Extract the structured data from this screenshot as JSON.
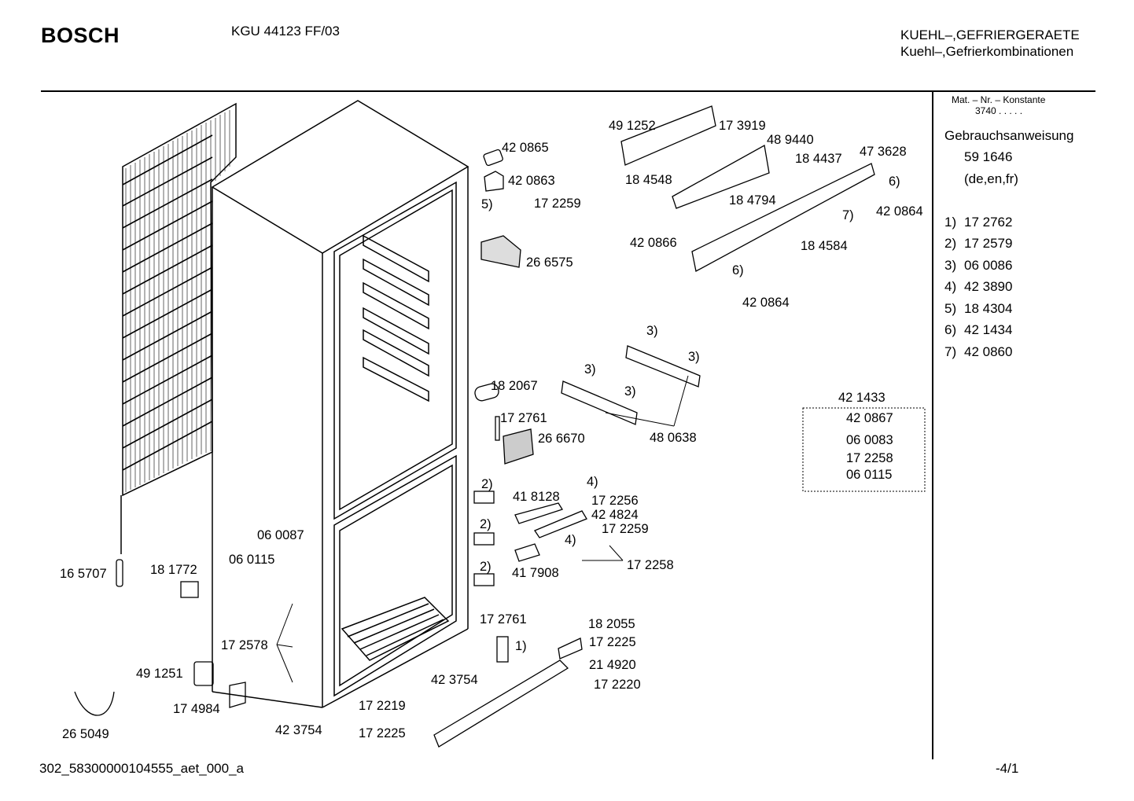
{
  "header": {
    "brand": "BOSCH",
    "model": "KGU 44123 FF/03",
    "category_line1": "KUEHL–,GEFRIERGERAETE",
    "category_line2": "Kuehl–,Gefrierkombinationen"
  },
  "sidebar": {
    "mat_label": "Mat. – Nr. – Konstante",
    "mat_value": "3740 . . . . .",
    "manual_label": "Gebrauchsanweisung",
    "manual_number": "59 1646",
    "manual_langs": "(de,en,fr)",
    "footnotes": [
      {
        "key": "1)",
        "value": "17 2762"
      },
      {
        "key": "2)",
        "value": "17 2579"
      },
      {
        "key": "3)",
        "value": "06 0086"
      },
      {
        "key": "4)",
        "value": "42 3890"
      },
      {
        "key": "5)",
        "value": "18 4304"
      },
      {
        "key": "6)",
        "value": "42 1434"
      },
      {
        "key": "7)",
        "value": "42 0860"
      }
    ]
  },
  "kit": {
    "number": "42 1433",
    "items": [
      "42 0867",
      "06 0083",
      "17 2258",
      "06 0115"
    ]
  },
  "labels": {
    "p491252": "49 1252",
    "p173919": "17 3919",
    "p489440": "48 9440",
    "p184437": "18 4437",
    "p473628": "47 3628",
    "p184548": "18 4548",
    "p184794": "18 4794",
    "r6a": "6)",
    "r7": "7)",
    "p420864a": "42 0864",
    "p420866": "42 0866",
    "p184584": "18 4584",
    "r6b": "6)",
    "p420864b": "42 0864",
    "p420865": "42 0865",
    "p420863": "42 0863",
    "r5": "5)",
    "p172259a": "17 2259",
    "p266575": "26 6575",
    "r3a": "3)",
    "r3b": "3)",
    "r3c": "3)",
    "r3d": "3)",
    "p480638": "48 0638",
    "p182067": "18 2067",
    "p172761a": "17 2761",
    "p266670": "26 6670",
    "r2a": "2)",
    "r2b": "2)",
    "r2c": "2)",
    "p418128": "41 8128",
    "r4a": "4)",
    "p172256": "17 2256",
    "p424824": "42 4824",
    "r4b": "4)",
    "p172259b": "17 2259",
    "p417908": "41 7908",
    "p172258": "17 2258",
    "p060087": "06 0087",
    "p060115": "06 0115",
    "p165707": "16 5707",
    "p181772": "18 1772",
    "p172578": "17 2578",
    "p491251": "49 1251",
    "p174984": "17 4984",
    "p265049": "26 5049",
    "p423754a": "42 3754",
    "p423754b": "42 3754",
    "p172761b": "17 2761",
    "r1": "1)",
    "p182055": "18 2055",
    "p172225a": "17 2225",
    "p214920": "21 4920",
    "p172220": "17 2220",
    "p172219": "17 2219",
    "p172225b": "17 2225"
  },
  "footer": {
    "code": "302_58300000104555_aet_000_a",
    "page": "-4/1"
  }
}
